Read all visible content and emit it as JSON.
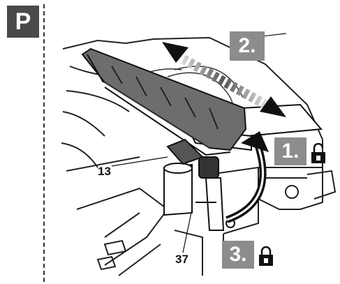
{
  "section": {
    "letter": "P"
  },
  "steps": [
    {
      "number": "1.",
      "lock": "unlocked-padlock-icon"
    },
    {
      "number": "2.",
      "motion": "double-arrow-slide-icon"
    },
    {
      "number": "3.",
      "lock": "locked-padlock-icon"
    }
  ],
  "callouts": [
    "13",
    "37"
  ],
  "colors": {
    "badge": "#4a4a4a",
    "step_box": "#8c8c8c",
    "line_art": "#111111"
  }
}
